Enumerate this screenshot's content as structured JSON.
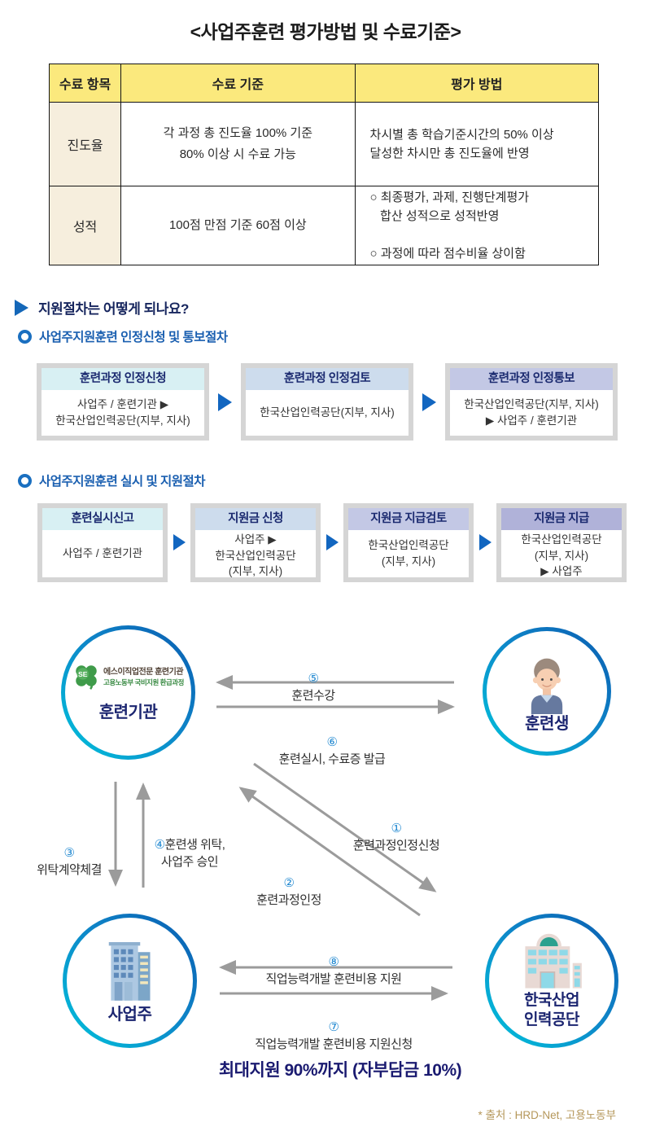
{
  "title": "<사업주훈련 평가방법 및 수료기준>",
  "table": {
    "headers": [
      "수료 항목",
      "수료 기준",
      "평가 방법"
    ],
    "rows": [
      {
        "item": "진도율",
        "criteria": "각 과정 총 진도율 100% 기준\n80% 이상 시 수료 가능",
        "method": "차시별 총 학습기준시간의 50% 이상\n달성한 차시만 총 진도율에 반영"
      },
      {
        "item": "성적",
        "criteria": "100점 만점 기준 60점 이상",
        "method": "○ 최종평가, 과제, 진행단계평가\n   합산 성적으로 성적반영\n\n○ 과정에 따라 점수비율 상이함"
      }
    ]
  },
  "section": {
    "heading": "지원절차는 어떻게 되나요?",
    "sub1": "사업주지원훈련 인정신청 및 통보절차",
    "sub2": "사업주지원훈련 실시 및 지원절차"
  },
  "flow1": {
    "steps": [
      {
        "title": "훈련과정 인정신청",
        "body": "사업주 / 훈련기관 ▶\n한국산업인력공단(지부, 지사)"
      },
      {
        "title": "훈련과정 인정검토",
        "body": "한국산업인력공단(지부, 지사)"
      },
      {
        "title": "훈련과정 인정통보",
        "body": "한국산업인력공단(지부, 지사)\n▶ 사업주 / 훈련기관"
      }
    ]
  },
  "flow2": {
    "steps": [
      {
        "title": "훈련실시신고",
        "body": "사업주 / 훈련기관"
      },
      {
        "title": "지원금 신청",
        "body": "사업주 ▶\n한국산업인력공단\n(지부, 지사)"
      },
      {
        "title": "지원금 지급검토",
        "body": "한국산업인력공단\n(지부, 지사)"
      },
      {
        "title": "지원금 지급",
        "body": "한국산업인력공단\n(지부, 지사)\n▶ 사업주"
      }
    ]
  },
  "diagram": {
    "nodes": {
      "institution": {
        "label": "훈련기관",
        "logo_se": "SE",
        "logo_line1": "에스이직업전문 훈련기관",
        "logo_line2": "고용노동부 국비지원 환급과정"
      },
      "trainee": {
        "label": "훈련생"
      },
      "employer": {
        "label": "사업주"
      },
      "hrdk": {
        "label": "한국산업\n인력공단"
      }
    },
    "arrows": [
      {
        "num": "①",
        "text": "훈련과정인정신청"
      },
      {
        "num": "②",
        "text": "훈련과정인정"
      },
      {
        "num": "③",
        "text": "위탁계약체결"
      },
      {
        "num": "④",
        "text": "훈련생 위탁,\n사업주 승인"
      },
      {
        "num": "⑤",
        "text": "훈련수강"
      },
      {
        "num": "⑥",
        "text": "훈련실시, 수료증 발급"
      },
      {
        "num": "⑦",
        "text": "직업능력개발 훈련비용 지원신청"
      },
      {
        "num": "⑧",
        "text": "직업능력개발 훈련비용 지원"
      }
    ],
    "footnote": "최대지원 90%까지 (자부담금 10%)"
  },
  "source": "* 출처 : HRD-Net, 고용노동부",
  "colors": {
    "table_header_bg": "#fbe97d",
    "table_item_bg": "#f6eedd",
    "heading_navy": "#17265e",
    "subheading_blue": "#1a5fb0",
    "flow_header_cyan": "#d8f0f3",
    "flow_header_blue": "#cddced",
    "flow_header_lavender": "#c3c8e5",
    "flow_header_purple": "#b0b2d9",
    "flow_frame_gray": "#d5d5d5",
    "flow_arrow_blue": "#1266c0",
    "diagram_arrow_gray": "#9b9b9b",
    "circled_number_blue": "#1e87d0",
    "ring_gradient_start": "#00c3dc",
    "ring_gradient_end": "#0b5cb0",
    "node_label_navy": "#1b2570",
    "footnote_navy": "#1a1a70",
    "source_gold": "#b5975a"
  }
}
